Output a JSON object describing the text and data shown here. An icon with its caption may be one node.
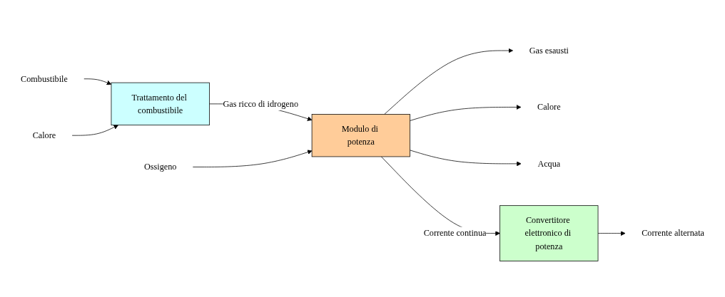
{
  "diagram": {
    "nodes": [
      {
        "text": [
          "Combustibile"
        ]
      },
      {
        "text": [
          "Trattamento del combustibile"
        ]
      },
      {
        "text": [
          "Calore"
        ]
      },
      {
        "text": [
          "Ossigeno"
        ]
      },
      {
        "text": [
          "Gas esausti"
        ]
      },
      {
        "text": [
          "Modulo di potenza"
        ]
      },
      {
        "text": [
          "Calore"
        ]
      },
      {
        "text": [
          "Acqua"
        ]
      },
      {
        "text": [
          "Convertitore elettronico di potenza"
        ]
      },
      {
        "text": [
          "Corrente alternata"
        ]
      }
    ],
    "edges": [
      {
        "from": 0,
        "to": 1,
        "arrow": "to"
      },
      {
        "from": 2,
        "to": 1,
        "arrow": "to"
      },
      {
        "from": 1,
        "to": 5,
        "arrow": "to",
        "label": "Gas ricco di idrogeno"
      },
      {
        "from": 3,
        "to": 5,
        "arrow": "to"
      },
      {
        "from": 5,
        "to": 4,
        "arrow": "to"
      },
      {
        "from": 5,
        "to": 6,
        "arrow": "to"
      },
      {
        "from": 5,
        "to": 7,
        "arrow": "to"
      },
      {
        "from": 5,
        "to": 8,
        "arrow": "to",
        "label": "Corrente continua"
      },
      {
        "from": 8,
        "to": 9,
        "arrow": "to"
      }
    ]
  }
}
